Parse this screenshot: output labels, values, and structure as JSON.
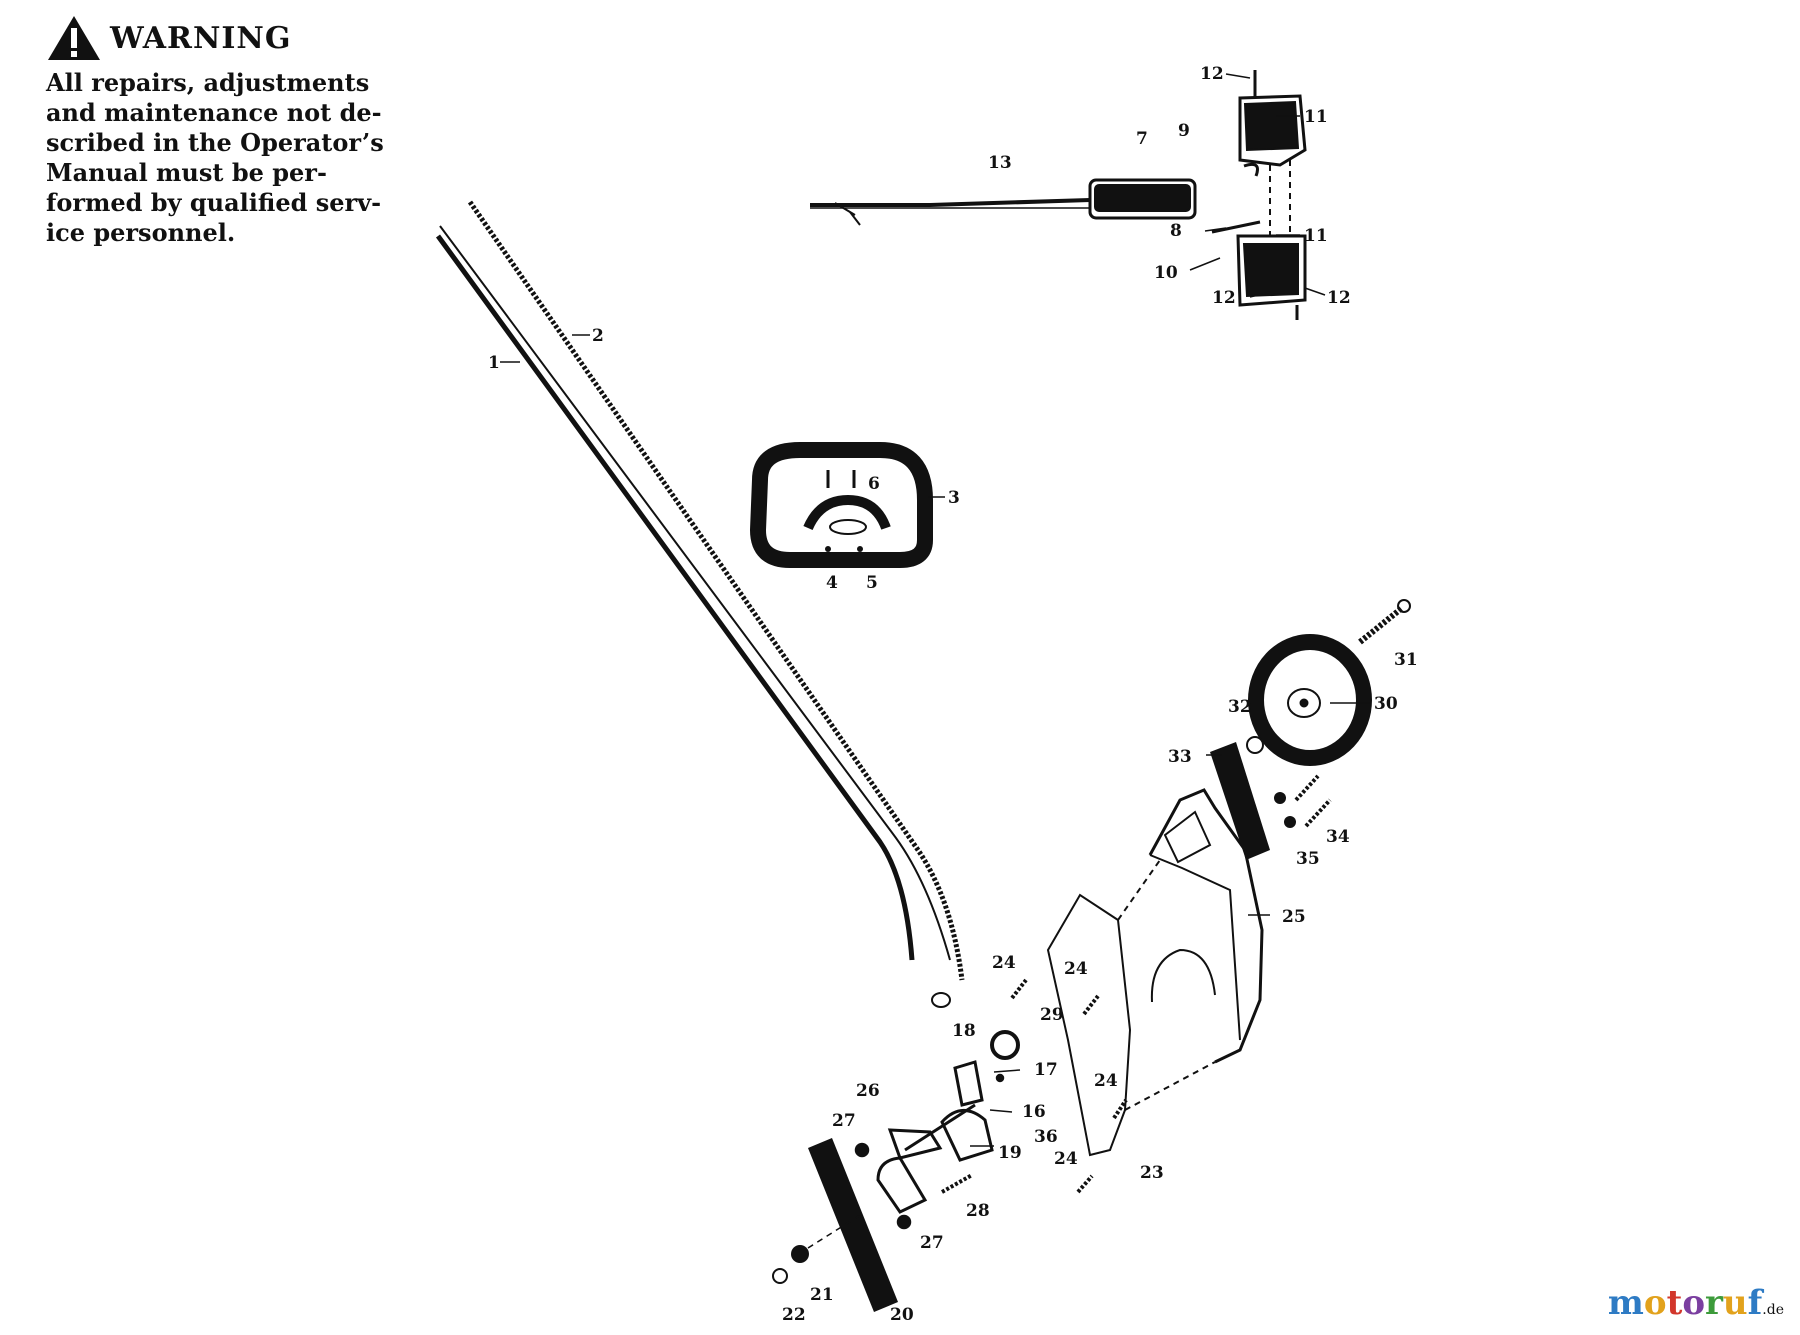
{
  "warning": {
    "title": "WARNING",
    "lines": [
      "All repairs, adjustments",
      "and maintenance not de-",
      "scribed in the Operator’s",
      "Manual must be per-",
      "formed by qualified serv-",
      "ice personnel."
    ]
  },
  "callouts": {
    "c1": "1",
    "c2": "2",
    "c3": "3",
    "c4": "4",
    "c5": "5",
    "c6": "6",
    "c7": "7",
    "c8": "8",
    "c9": "9",
    "c10": "10",
    "c11a": "11",
    "c11b": "11",
    "c12a": "12",
    "c12b": "12",
    "c12c": "12",
    "c13": "13",
    "c16": "16",
    "c17": "17",
    "c18": "18",
    "c19": "19",
    "c20": "20",
    "c21": "21",
    "c22": "22",
    "c23": "23",
    "c24a": "24",
    "c24b": "24",
    "c24c": "24",
    "c24d": "24",
    "c25": "25",
    "c26": "26",
    "c27a": "27",
    "c27b": "27",
    "c28": "28",
    "c29": "29",
    "c30": "30",
    "c31": "31",
    "c32": "32",
    "c33": "33",
    "c34": "34",
    "c35": "35",
    "c36": "36"
  },
  "watermark": {
    "brand_letters": [
      "m",
      "o",
      "t",
      "o",
      "r",
      "u",
      "f"
    ],
    "brand_colors": [
      "#2e7bc4",
      "#e2a21c",
      "#d2372c",
      "#7b3fa0",
      "#3d9b3b",
      "#e2a21c",
      "#2e7bc4"
    ],
    "tld": ".de"
  }
}
